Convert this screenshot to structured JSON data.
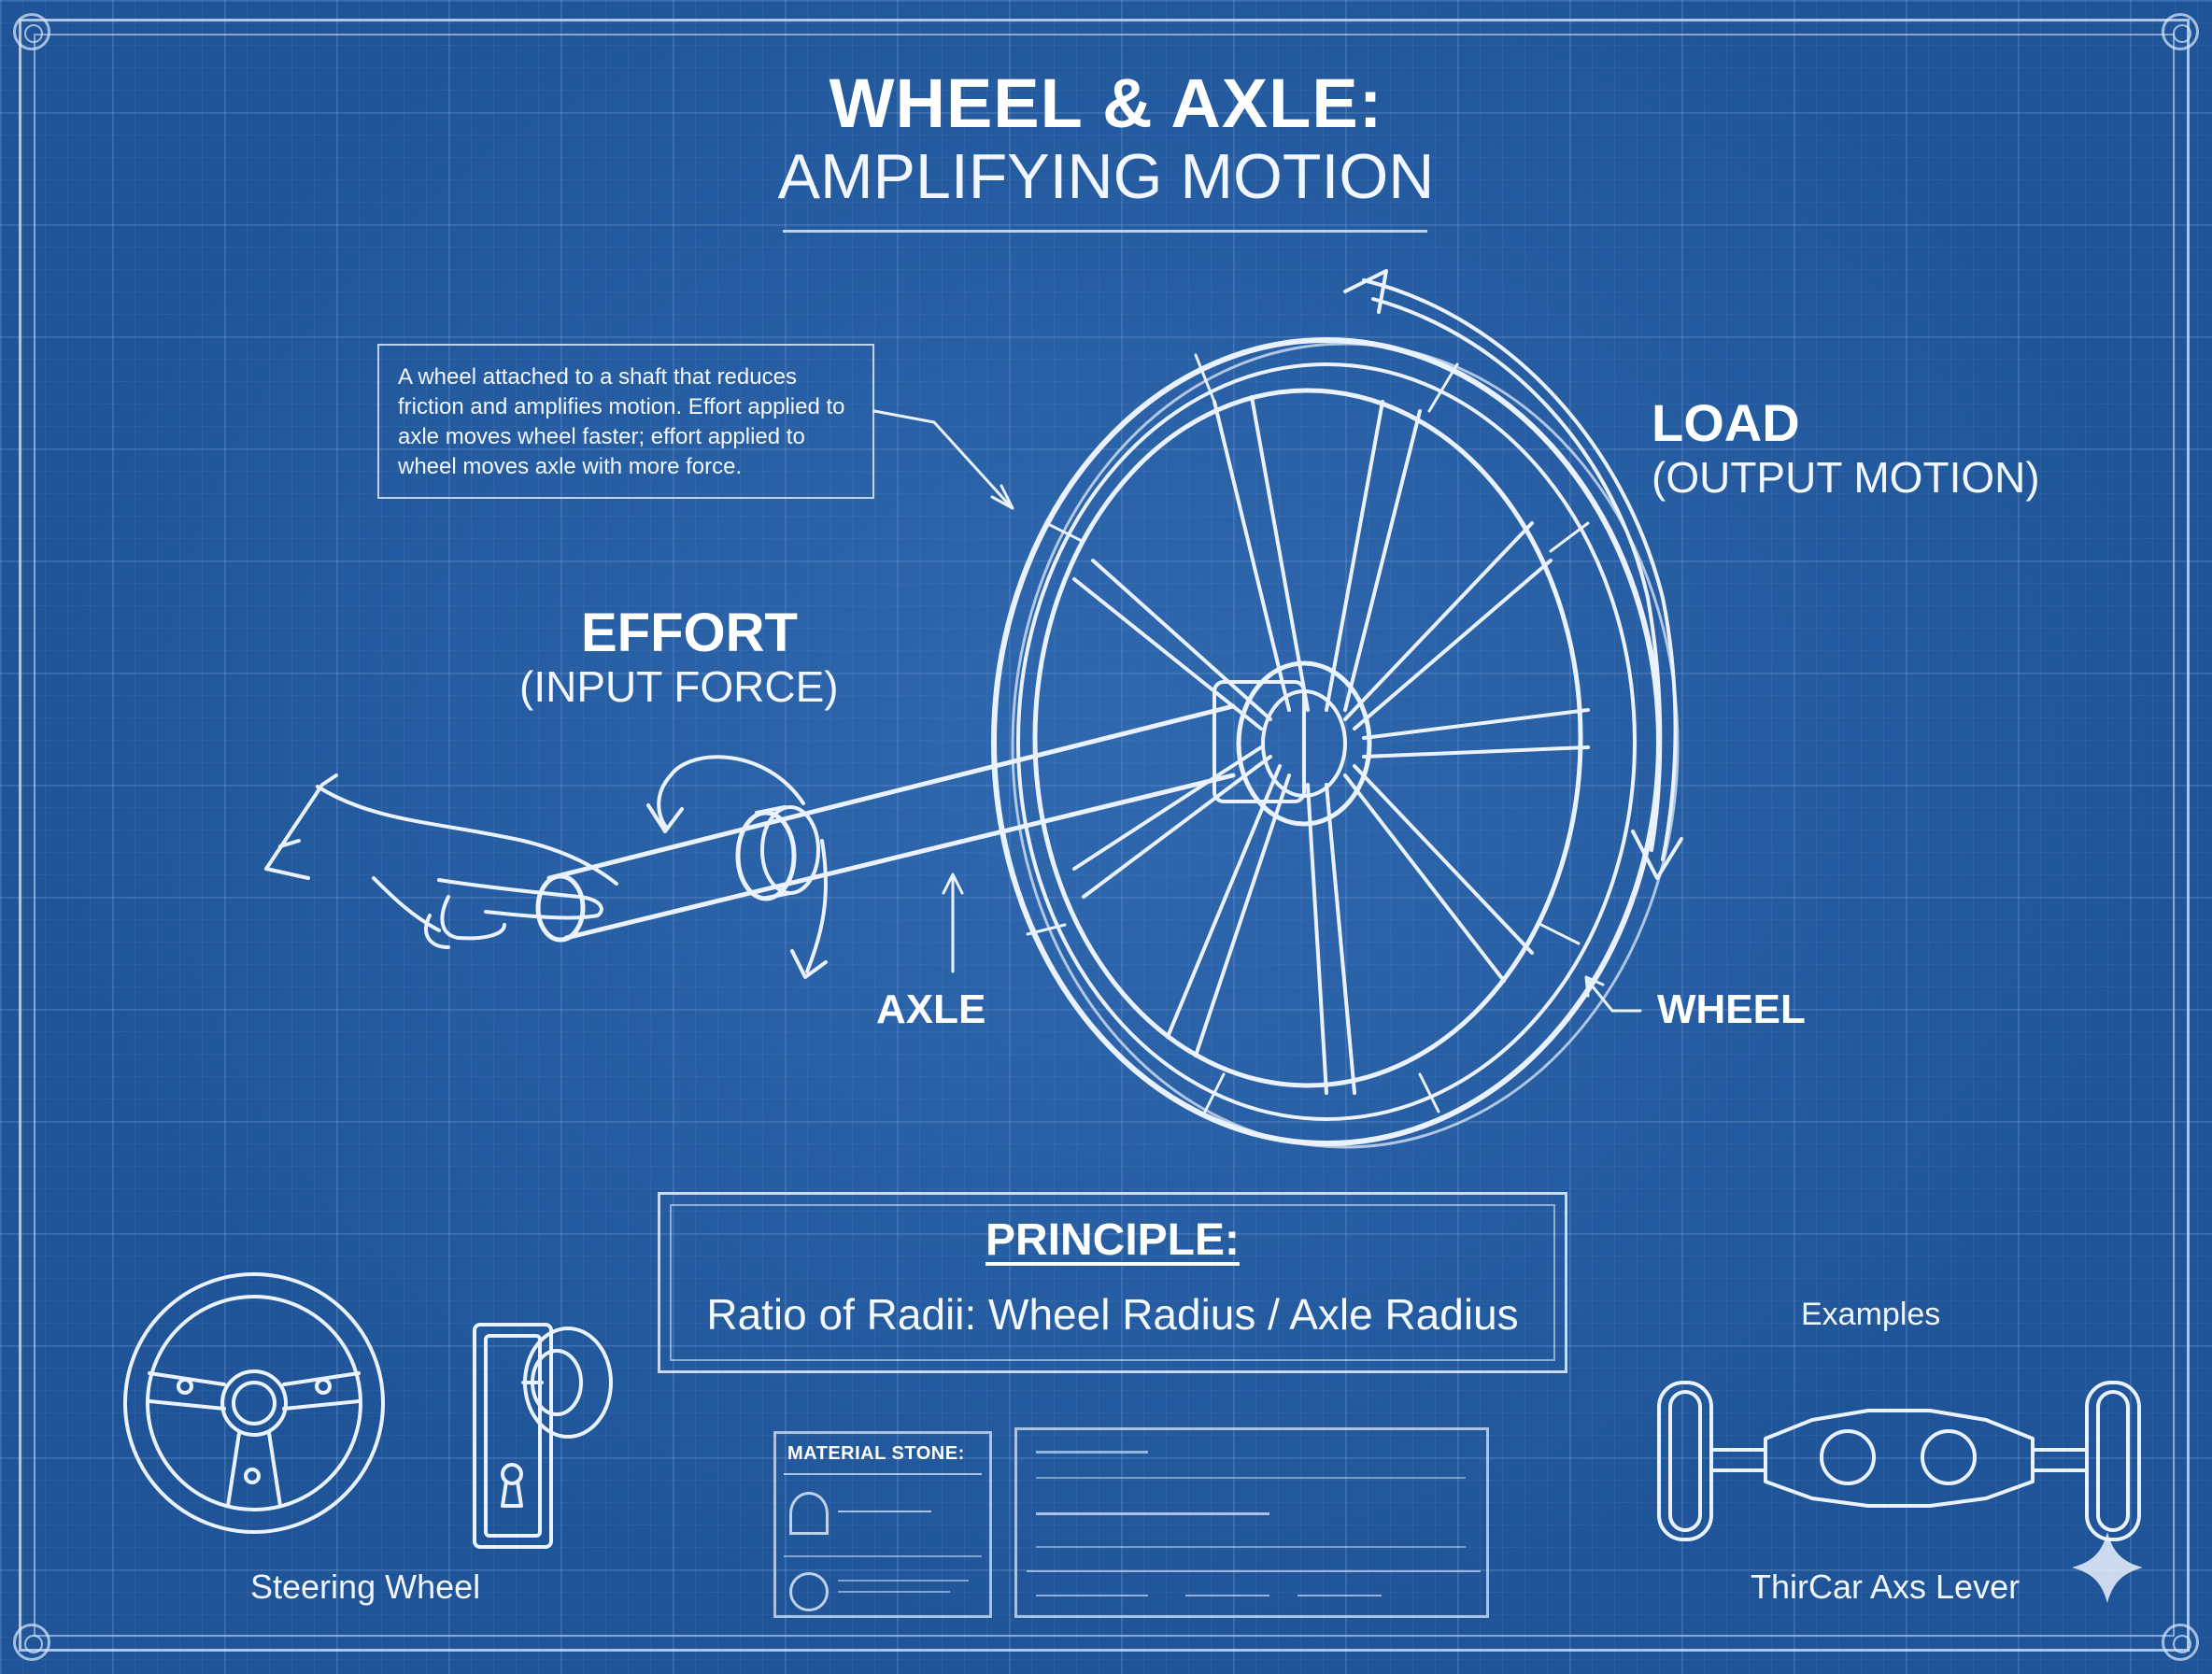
{
  "title": {
    "main": "WHEEL & AXLE:",
    "sub": "AMPLIFYING MOTION"
  },
  "description": "A wheel attached to a shaft that reduces friction and amplifies motion. Effort applied to axle moves wheel faster; effort applied to wheel moves axle with more force.",
  "labels": {
    "effort": "EFFORT",
    "effort_sub": "(INPUT FORCE)",
    "load": "LOAD",
    "load_sub": "(OUTPUT MOTION)",
    "axle": "AXLE",
    "wheel": "WHEEL"
  },
  "principle": {
    "heading": "PRINCIPLE:",
    "text": "Ratio of Radii: Wheel Radius / Axle Radius"
  },
  "examples": {
    "heading": "Examples",
    "steering": "Steering Wheel",
    "car_axle": "ThirCar Axs Lever"
  },
  "panels": {
    "material_title": "MATERIAL STONE:"
  },
  "colors": {
    "background": "#1f5598",
    "line": "#eaf2ff"
  }
}
